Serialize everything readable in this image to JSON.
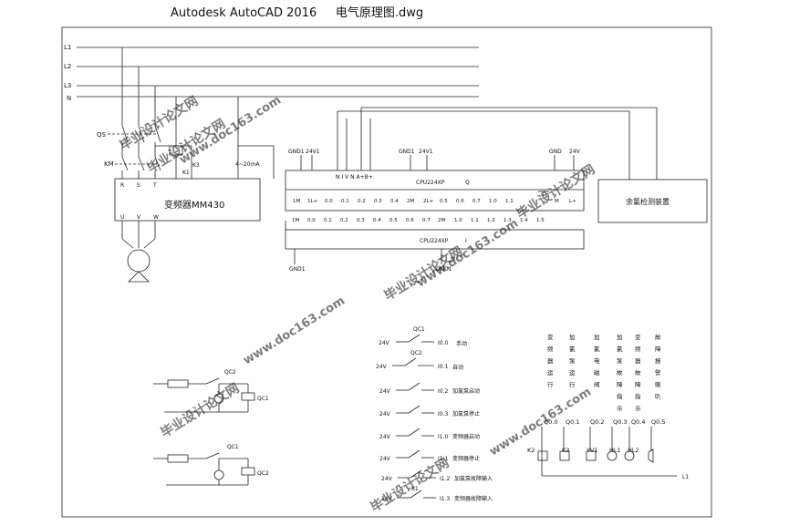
{
  "window": {
    "title": "Autodesk AutoCAD 2016     电气原理图.dwg"
  },
  "power": {
    "lines": [
      "L1",
      "L2",
      "L3",
      "N"
    ],
    "qs": "QS",
    "km": "KM",
    "k1": "K1",
    "k3": "K3",
    "analog": "4~20mA"
  },
  "inverter": {
    "terminals_top": [
      "R",
      "S",
      "T"
    ],
    "terminals_bottom": [
      "U",
      "V",
      "W"
    ],
    "label": "变频器MM430"
  },
  "plc_out": {
    "top_labels": [
      "GND1",
      "24V1",
      "GND1",
      "24V1",
      "GND",
      "24V"
    ],
    "comm": "N  I  V  N  A+B+",
    "model": "CPU224XP",
    "model_mark": "Q",
    "terms": [
      "1M",
      "1L+",
      "0.0",
      "0.1",
      "0.2",
      "0.3",
      "0.4",
      "2M",
      "2L+",
      "0.5",
      "0.6",
      "0.7",
      "1.0",
      "1.1",
      "M",
      "L+"
    ]
  },
  "plc_in": {
    "terms": [
      "1M",
      "0.0",
      "0.1",
      "0.2",
      "0.3",
      "0.4",
      "0.5",
      "0.6",
      "0.7",
      "2M",
      "1.0",
      "1.1",
      "1.2",
      "1.3",
      "1.4",
      "1.5"
    ],
    "model": "CPU224XP",
    "model_mark": "I",
    "gnd": [
      "GND1",
      "GND1"
    ]
  },
  "remote_device": {
    "label": "余氯检测装置"
  },
  "inputs": {
    "v": "24V",
    "rows": [
      {
        "dev": "QC1",
        "addr": "I0.0",
        "desc": "手动"
      },
      {
        "dev": "QC2",
        "addr": "I0.1",
        "desc": "自动"
      },
      {
        "dev": "",
        "addr": "I0.2",
        "desc": "加氯泵启动"
      },
      {
        "dev": "",
        "addr": "I0.3",
        "desc": "加氯泵停止"
      },
      {
        "dev": "",
        "addr": "I1.0",
        "desc": "变频器启动"
      },
      {
        "dev": "",
        "addr": "I1.1",
        "desc": "变频器停止"
      },
      {
        "dev": "",
        "addr": "I1.2",
        "desc": "加氯泵故障输入"
      },
      {
        "dev": "K1",
        "addr": "I1.3",
        "desc": "变频器故障输入"
      }
    ]
  },
  "outputs": {
    "cols": [
      {
        "desc": "变频器运行",
        "addr": "Q0.0",
        "dev": "K2"
      },
      {
        "desc": "加氯泵运行",
        "addr": "Q0.1",
        "dev": "K3"
      },
      {
        "desc": "加氯电磁阀",
        "addr": "Q0.2",
        "dev": "YV1"
      },
      {
        "desc": "加氯泵故障指示",
        "addr": "Q0.3",
        "dev": "HL1"
      },
      {
        "desc": "变频器故障指示",
        "addr": "Q0.4",
        "dev": "HL2"
      },
      {
        "desc": "故障报警喇叭",
        "addr": "Q0.5",
        "dev": ""
      }
    ],
    "line": "L1"
  },
  "side_circuits": {
    "c1_contact": "QC2",
    "c1_coil": "QC1",
    "c2_contact": "QC1",
    "c2_coil": "QC2"
  },
  "watermarks": [
    "毕业设计论文网",
    "www.doc163.com"
  ]
}
